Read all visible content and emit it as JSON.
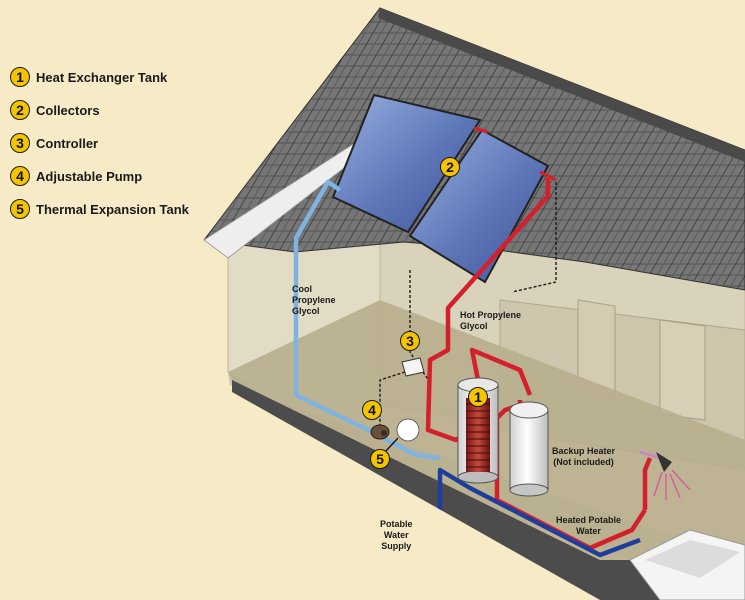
{
  "legend": [
    {
      "number": "1",
      "label": "Heat Exchanger Tank"
    },
    {
      "number": "2",
      "label": "Collectors"
    },
    {
      "number": "3",
      "label": "Controller"
    },
    {
      "number": "4",
      "label": "Adjustable Pump"
    },
    {
      "number": "5",
      "label": "Thermal Expansion Tank"
    }
  ],
  "labels": {
    "cool_glycol": "Cool\nPropylene\nGlycol",
    "hot_glycol": "Hot Propylene\nGlycol",
    "backup_heater": "Backup Heater\n(Not included)",
    "heated_water": "Heated Potable\nWater",
    "water_supply": "Potable\nWater\nSupply"
  },
  "markers": {
    "tank": "1",
    "collectors": "2",
    "controller": "3",
    "pump": "4",
    "expansion_tank": "5"
  },
  "colors": {
    "background": "#f6ebc6",
    "hot_pipe": "#d4202a",
    "cool_pipe": "#7fb3e0",
    "supply_pipe": "#1f3e9c",
    "badge": "#f5c400"
  }
}
